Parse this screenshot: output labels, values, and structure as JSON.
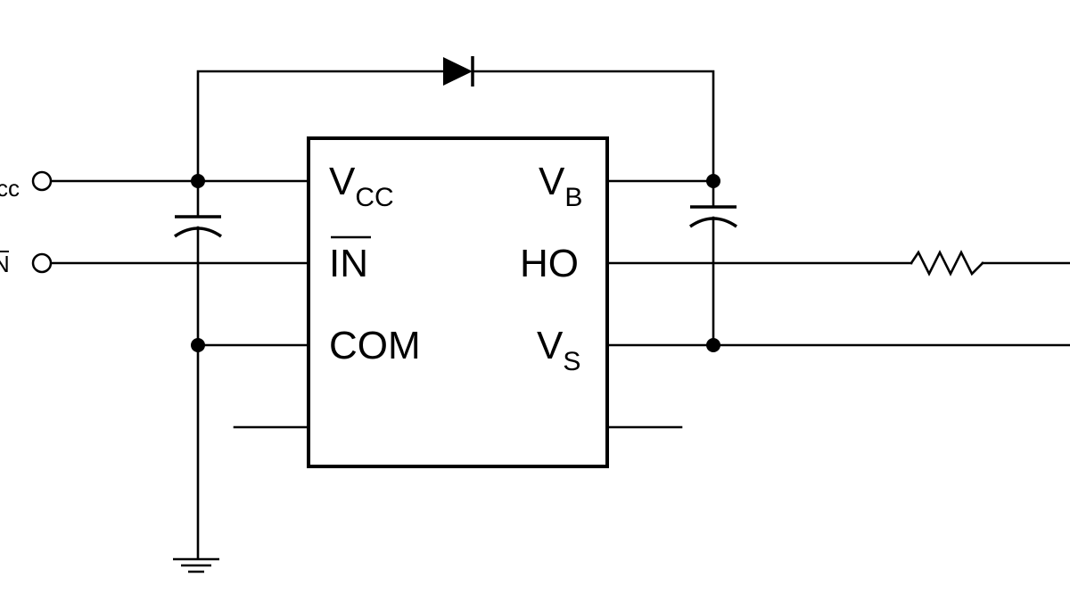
{
  "pins": {
    "vcc": {
      "main": "V",
      "sub": "CC"
    },
    "in": {
      "main": "IN"
    },
    "com": {
      "main": "COM"
    },
    "vb": {
      "main": "V",
      "sub": "B"
    },
    "ho": {
      "main": "HO"
    },
    "vs": {
      "main": "V",
      "sub": "S"
    }
  },
  "edge_labels": {
    "vcc_input": "cc",
    "in_input": "N"
  }
}
